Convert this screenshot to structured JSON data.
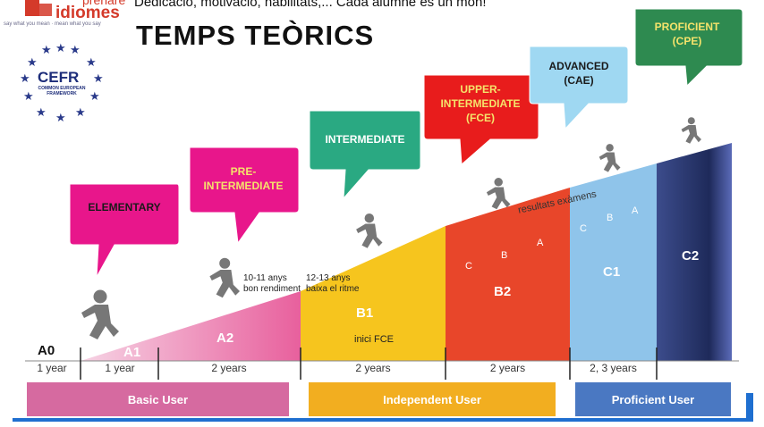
{
  "logo": {
    "top_text": "prenare",
    "brand": "idiomes",
    "tagline": "say what you mean · mean what you say"
  },
  "tagline": "Dedicació, motivació, habilitats,... Cada alumne és un món!",
  "title": "TEMPS TEÒRICS",
  "cefr_badge": {
    "name": "CEFR",
    "subtitle": "COMMON EUROPEAN FRAMEWORK"
  },
  "levels": [
    "A0",
    "A1",
    "A2",
    "B1",
    "B2",
    "C1",
    "C2"
  ],
  "durations": [
    "1 year",
    "1 year",
    "2 years",
    "2 years",
    "2 years",
    "2, 3 years"
  ],
  "bubbles": [
    {
      "text": "ELEMENTARY",
      "color": "#e8168b",
      "text_color": "#1a1a1a"
    },
    {
      "text": "PRE-INTERMEDIATE",
      "color": "#e8168b",
      "text_color": "#f5e36b"
    },
    {
      "text": "INTERMEDIATE",
      "color": "#2aa982",
      "text_color": "#ffffff"
    },
    {
      "text": "UPPER-INTERMEDIATE (FCE)",
      "color": "#e81c1c",
      "text_color": "#f5e36b"
    },
    {
      "text": "ADVANCED (CAE)",
      "color": "#9fd8f2",
      "text_color": "#1a1a1a"
    },
    {
      "text": "PROFICIENT (CPE)",
      "color": "#2e8a50",
      "text_color": "#f5e36b"
    }
  ],
  "notes": {
    "a2_line1": "10-11 anys",
    "a2_line2": "bon rendiment",
    "b1_line1": "12-13 anys",
    "b1_line2": "baixa el ritme",
    "b1_fce": "inici FCE",
    "results": "resultats exàmens"
  },
  "exam_grades": [
    "C",
    "B",
    "A",
    "C",
    "B",
    "A"
  ],
  "bands": [
    {
      "label": "Basic User",
      "color": "#d66aa0"
    },
    {
      "label": "Independent User",
      "color": "#f2ae20"
    },
    {
      "label": "Proficient User",
      "color": "#4a78c2"
    }
  ],
  "colors": {
    "a": "#e8609d",
    "b1": "#f6c51e",
    "b2": "#e8462a",
    "c1": "#8fc4ea",
    "c2": "#1e2a5a"
  }
}
